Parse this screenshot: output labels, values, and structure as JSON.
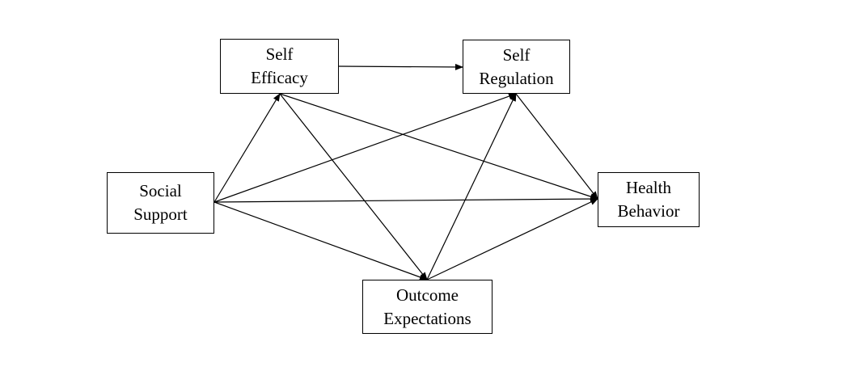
{
  "nodes": [
    {
      "id": "self-efficacy",
      "lines": [
        "Self",
        "Efficacy"
      ]
    },
    {
      "id": "self-regulation",
      "lines": [
        "Self",
        "Regulation"
      ]
    },
    {
      "id": "social-support",
      "lines": [
        "Social",
        "Support"
      ]
    },
    {
      "id": "health-behavior",
      "lines": [
        "Health",
        "Behavior"
      ]
    },
    {
      "id": "outcome-expectations",
      "lines": [
        "Outcome",
        "Expectations"
      ]
    }
  ],
  "edges": [
    {
      "from": "self-efficacy",
      "to": "self-regulation"
    },
    {
      "from": "social-support",
      "to": "self-efficacy"
    },
    {
      "from": "social-support",
      "to": "self-regulation"
    },
    {
      "from": "social-support",
      "to": "health-behavior"
    },
    {
      "from": "social-support",
      "to": "outcome-expectations"
    },
    {
      "from": "self-efficacy",
      "to": "health-behavior"
    },
    {
      "from": "self-efficacy",
      "to": "outcome-expectations"
    },
    {
      "from": "outcome-expectations",
      "to": "self-regulation"
    },
    {
      "from": "outcome-expectations",
      "to": "health-behavior"
    },
    {
      "from": "self-regulation",
      "to": "health-behavior"
    }
  ],
  "colors": {
    "line": "#000000",
    "box_border": "#000000",
    "background": "#ffffff",
    "text": "#000000"
  }
}
